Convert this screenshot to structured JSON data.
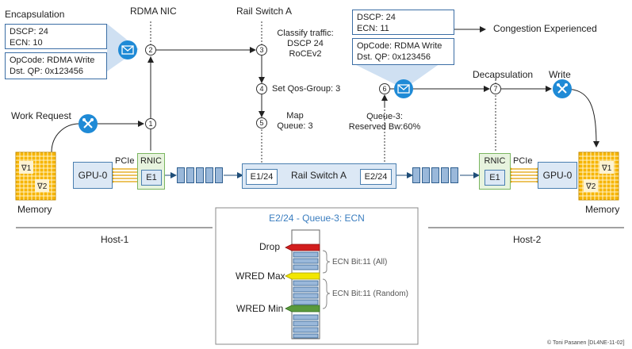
{
  "encapsulation": {
    "title": "Encapsulation",
    "dscp": "DSCP: 24",
    "ecn": "ECN: 10",
    "opcode": "OpCode: RDMA Write",
    "dst_qp": "Dst. QP: 0x123456"
  },
  "marked_packet": {
    "dscp": "DSCP: 24",
    "ecn": "ECN: 11",
    "opcode": "OpCode: RDMA Write",
    "dst_qp": "Dst. QP: 0x123456",
    "congestion": "Congestion Experienced"
  },
  "labels": {
    "rdma_nic": "RDMA NIC",
    "rail_switch_a_top": "Rail Switch A",
    "classify_line1": "Classify traffic:",
    "classify_line2": "DSCP 24",
    "classify_line3": "RoCEv2",
    "set_qos": "Set Qos-Group: 3",
    "map_line1": "Map",
    "map_line2": "Queue: 3",
    "queue3_line1": "Queue-3:",
    "queue3_line2": "Reserved Bw:60%",
    "decapsulation": "Decapsulation",
    "write": "Write",
    "work_request": "Work Request",
    "pcie_left": "PCIe",
    "pcie_right": "PCIe",
    "rnic_left": "RNIC",
    "rnic_right": "RNIC",
    "e1_left": "E1",
    "e1_right": "E1",
    "gpu_left": "GPU-0",
    "gpu_right": "GPU-0",
    "memory_left": "Memory",
    "memory_right": "Memory",
    "grad1": "∇1",
    "grad2": "∇2",
    "switch_port_in": "E1/24",
    "switch_name": "Rail Switch A",
    "switch_port_out": "E2/24",
    "host1": "Host-1",
    "host2": "Host-2"
  },
  "steps": [
    "1",
    "2",
    "3",
    "4",
    "5",
    "6",
    "7"
  ],
  "ecn_panel": {
    "title": "E2/24 - Queue-3: ECN",
    "drop": "Drop",
    "wred_max": "WRED Max",
    "wred_min": "WRED Min",
    "ecn_all": "ECN Bit:11 (All)",
    "ecn_random": "ECN Bit:11 (Random)"
  },
  "copyright": "© Toni Pasanen [DL4NE-11-02]",
  "colors": {
    "box_border": "#4a7fb0",
    "queue_fill": "#9ab8da",
    "rnic_fill": "#e7f3de",
    "memory_fill": "#f7b500",
    "drop": "#d21d1d",
    "wred_max": "#f2e600",
    "wred_min": "#5a9a3c",
    "envelope": "#1f8ad6"
  },
  "icons": [
    "envelope-icon",
    "tools-icon",
    "router-icon"
  ]
}
